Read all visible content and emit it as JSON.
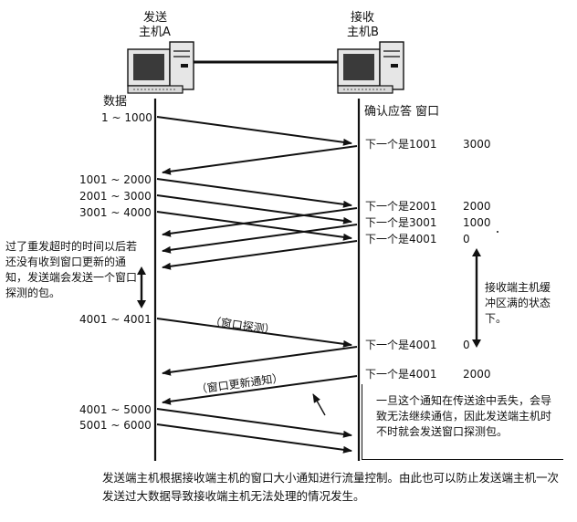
{
  "hosts": {
    "a_line1": "发送",
    "a_line2": "主机A",
    "b_line1": "接收",
    "b_line2": "主机B"
  },
  "left": {
    "data_header": "数据",
    "seq1": "1 ~ 1000",
    "seq2": "1001 ~ 2000",
    "seq3": "2001 ~ 3000",
    "seq4": "3001 ~ 4000",
    "probe_seq": "4001 ~ 4001",
    "seq5": "4001 ~ 5000",
    "seq6": "5001 ~ 6000"
  },
  "right": {
    "header": "确认应答 窗口",
    "ack1": "下一个是1001",
    "win1": "3000",
    "ack2": "下一个是2001",
    "win2": "2000",
    "ack3": "下一个是3001",
    "win3": "1000",
    "ack4": "下一个是4001",
    "win4": "0",
    "ack5": "下一个是4001",
    "win5": "0",
    "ack6": "下一个是4001",
    "win6": "2000"
  },
  "labels": {
    "window_probe": "（窗口探测）",
    "window_update": "（窗口更新通知）"
  },
  "notes": {
    "timeout": "过了重发超时的时间以后若还没有收到窗口更新的通知，发送端会发送一个窗口探测的包。",
    "buffer_full": "接收端主机缓冲区满的状态下。",
    "lost": "一旦这个通知在传送途中丢失，会导致无法继续通信，因此发送端主机时不时就会发送窗口探测包。"
  },
  "caption": "发送端主机根据接收端主机的窗口大小通知进行流量控制。由此也可以防止发送端主机一次发送过大数据导致接收端主机无法处理的情况发生。"
}
